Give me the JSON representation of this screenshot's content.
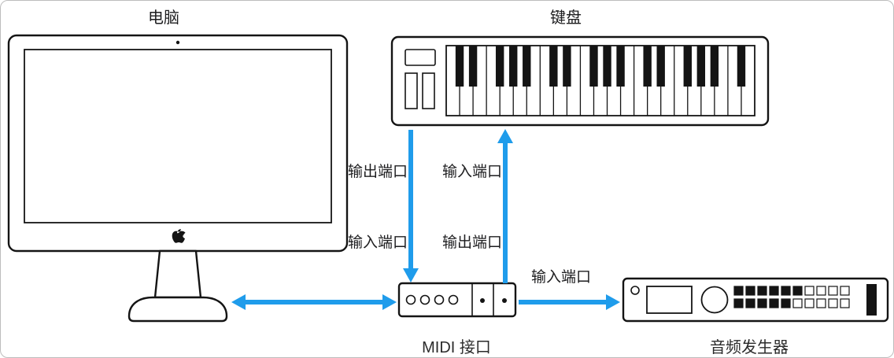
{
  "labels": {
    "computer": "电脑",
    "keyboard": "键盘",
    "midi_interface": "MIDI 接口",
    "sound_generator": "音频发生器"
  },
  "arrows": {
    "keyboard_down": {
      "top_label": "输出端口",
      "bottom_label": "输入端口"
    },
    "keyboard_up": {
      "top_label": "输入端口",
      "bottom_label": "输出端口"
    },
    "generator": {
      "label": "输入端口"
    }
  },
  "icons": {
    "computer": "imac-computer-icon",
    "keyboard": "midi-keyboard-icon",
    "midi_interface": "midi-interface-icon",
    "sound_generator": "sound-generator-icon"
  },
  "colors": {
    "arrow_blue": "#1f9ceb",
    "outline": "#141414"
  }
}
